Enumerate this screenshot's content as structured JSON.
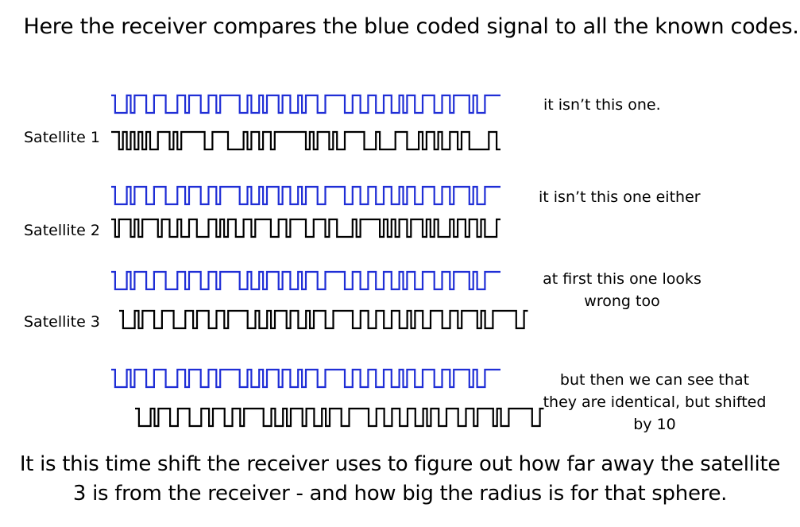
{
  "title": "Here the receiver compares the blue coded signal to all the known codes.",
  "satellites": [
    {
      "label": "Satellite 1",
      "note": "it isn’t this one."
    },
    {
      "label": "Satellite 2",
      "note": "it isn’t this one either"
    },
    {
      "label": "Satellite 3",
      "note_line1": "at first this one looks",
      "note_line2": "wrong too"
    }
  ],
  "conclusion": {
    "line1": "but then we can see that",
    "line2": "they are identical, but shifted",
    "line3": "by 10"
  },
  "footer": {
    "line1": "It is this time shift the receiver uses to figure out how far away the satellite",
    "line2": "3 is from the receiver - and how big the radius is for that sphere."
  },
  "colors": {
    "received_signal": "#1f2ed6",
    "known_code": "#000000"
  }
}
